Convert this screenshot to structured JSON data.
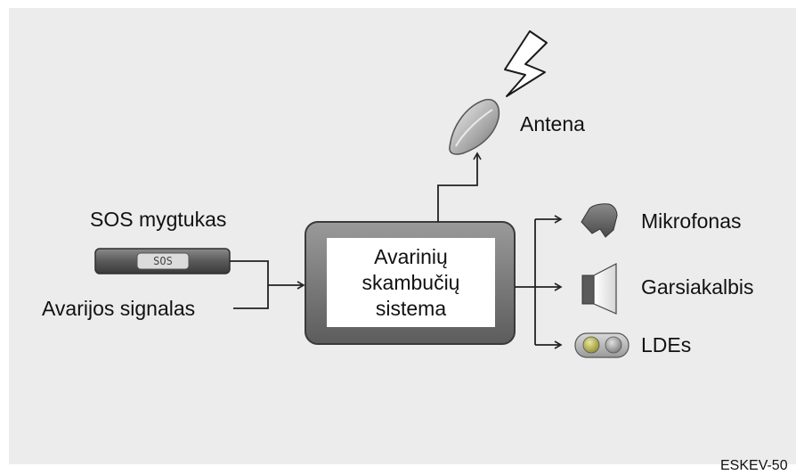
{
  "labels": {
    "antenna": "Antena",
    "sos_button": "SOS mygtukas",
    "sos_glyph": "SOS",
    "hazard_signal": "Avarijos signalas",
    "microphone": "Mikrofonas",
    "speaker": "Garsiakalbis",
    "leds": "LDEs",
    "code": "ESKEV-50"
  },
  "system": {
    "line1": "Avarinių",
    "line2": "skambučių",
    "line3": "sistema"
  }
}
